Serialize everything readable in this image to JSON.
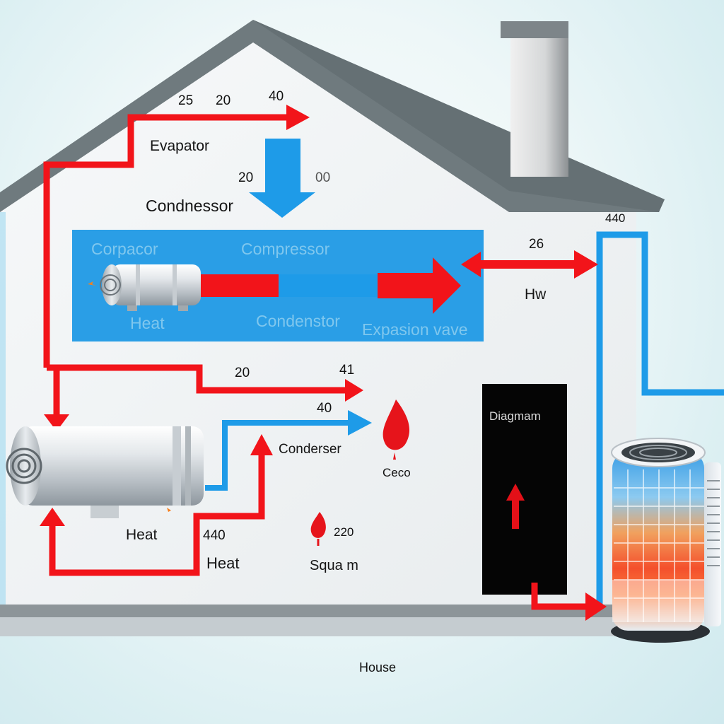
{
  "labels": {
    "evaporator": "Evapator",
    "condenser_top": "Condnessor",
    "corpacor": "Corpacor",
    "compressor": "Compressor",
    "heat_panel": "Heat",
    "condenstor": "Condenstor",
    "expansion_valve": "Expasion vave",
    "hw": "Hw",
    "diagram": "Diagmam",
    "condenser_mid": "Conderser",
    "ceco": "Ceco",
    "heat_left": "Heat",
    "heat_bottom": "Heat",
    "squa_m": "Squa m",
    "house": "House"
  },
  "numbers": {
    "n_25": "25",
    "n_20_top": "20",
    "n_40_top": "40",
    "n_20_mid": "20",
    "n_00": "00",
    "n_440_right": "440",
    "n_26": "26",
    "n_20_lower": "20",
    "n_41": "41",
    "n_40_lower": "40",
    "n_440_bottom": "440",
    "n_220": "220"
  },
  "colors": {
    "pipe_red": "#f2141a",
    "pipe_blue": "#1e9be8",
    "panel_blue": "#2a9ee6",
    "roof": "#6f7a7e",
    "wall": "#f4f7f8",
    "door": "#050505"
  },
  "icons": [
    "chimney-icon",
    "flame-icon",
    "water-heater-tank-icon",
    "compressor-tank-icon",
    "heat-pump-outdoor-unit-icon"
  ]
}
